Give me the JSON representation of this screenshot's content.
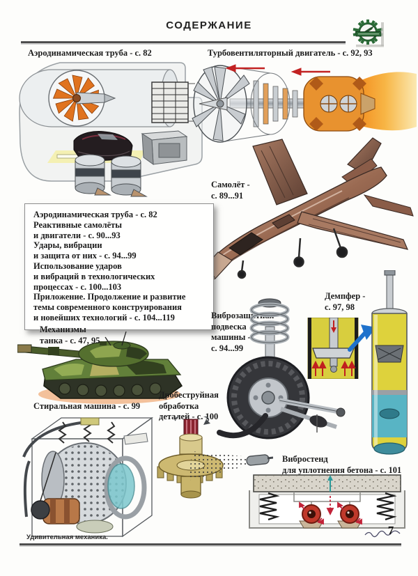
{
  "header": {
    "title": "СОДЕРЖАНИЕ"
  },
  "captions": {
    "wind_tunnel": [
      "Аэродинамическая труба - с. 82"
    ],
    "turbofan": [
      "Турбовентиляторный двигатель - с. 92, 93"
    ],
    "airplane": [
      "Самолёт -",
      "с. 89...91"
    ],
    "tank": [
      "Механизмы",
      "танка - с. 47, 95"
    ],
    "suspension": [
      "Виброзащитная",
      "подвеска",
      "машины -",
      "с. 94...99"
    ],
    "damper": [
      "Демпфер -",
      "с. 97, 98"
    ],
    "washer": [
      "Стиральная машина - с. 99"
    ],
    "shot_blasting": [
      "Дробеструйная",
      "обработка",
      "деталей - с. 100"
    ],
    "vibrostand": [
      "Вибростенд",
      "для уплотнения бетона - с. 101"
    ]
  },
  "contents_box": {
    "lines": [
      "Аэродинамическая труба - с. 82",
      "Реактивные самолёты",
      "и двигатели - с. 90...93",
      "Удары, вибрации",
      "и защита от них - с. 94...99",
      "Использование ударов",
      "и вибраций в технологических",
      "процессах - с. 100...103",
      "Приложение. Продолжение и развитие",
      "темы современного конструирования",
      "и новейших технологий - с. 104...119"
    ]
  },
  "footer": {
    "left": "Удивительная механика.",
    "page_number": "7"
  },
  "colors": {
    "accent_orange_fan": "#e0731f",
    "flame_orange": "#f2830f",
    "tank_green": "#62803a",
    "damper_yellow": "#d8ce3e",
    "damper_teal": "#58b4c4",
    "pointer_blue": "#1f72cc",
    "vibrator_red": "#c0392b",
    "aircraft_bronze": "#9a6a52"
  }
}
